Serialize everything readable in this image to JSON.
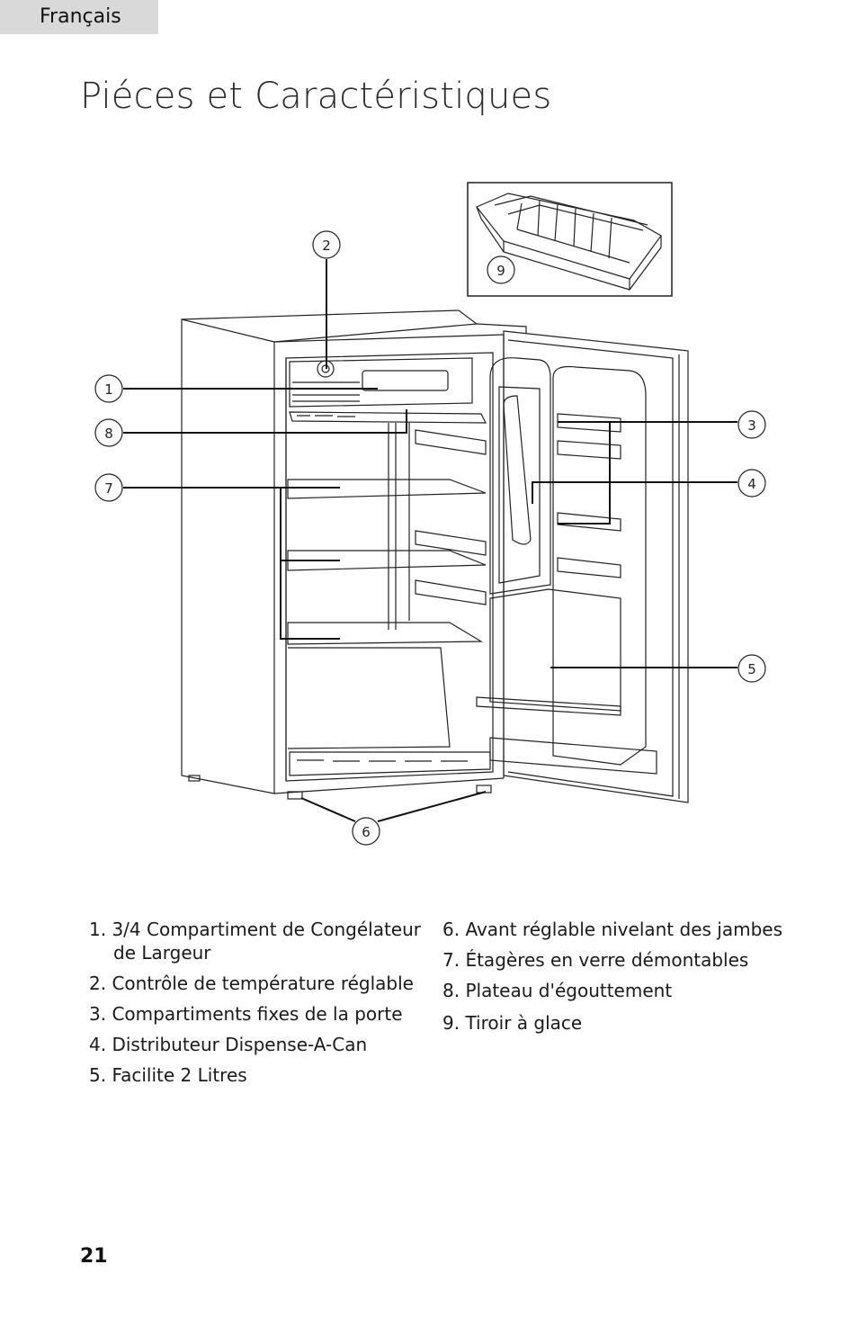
{
  "header": {
    "language_tab": "Français"
  },
  "page": {
    "title": "Piéces et Caractéristiques",
    "number": "21"
  },
  "callouts": [
    "1",
    "2",
    "3",
    "4",
    "5",
    "6",
    "7",
    "8",
    "9"
  ],
  "parts": [
    {
      "num": "1.",
      "line1": "3/4 Compartiment de Congélateur",
      "line2": "de Largeur"
    },
    {
      "num": "2.",
      "line1": "Contrôle de température réglable"
    },
    {
      "num": "3.",
      "line1": "Compartiments fixes de la porte"
    },
    {
      "num": "4.",
      "line1": "Distributeur Dispense-A-Can"
    },
    {
      "num": "5.",
      "line1": "Facilite 2 Litres"
    },
    {
      "num": "6.",
      "line1": "Avant réglable nivelant des jambes"
    },
    {
      "num": "7.",
      "line1": "Étagères en verre démontables"
    },
    {
      "num": "8.",
      "line1": "Plateau d'égouttement"
    },
    {
      "num": "9.",
      "line1": "Tiroir à glace"
    }
  ]
}
